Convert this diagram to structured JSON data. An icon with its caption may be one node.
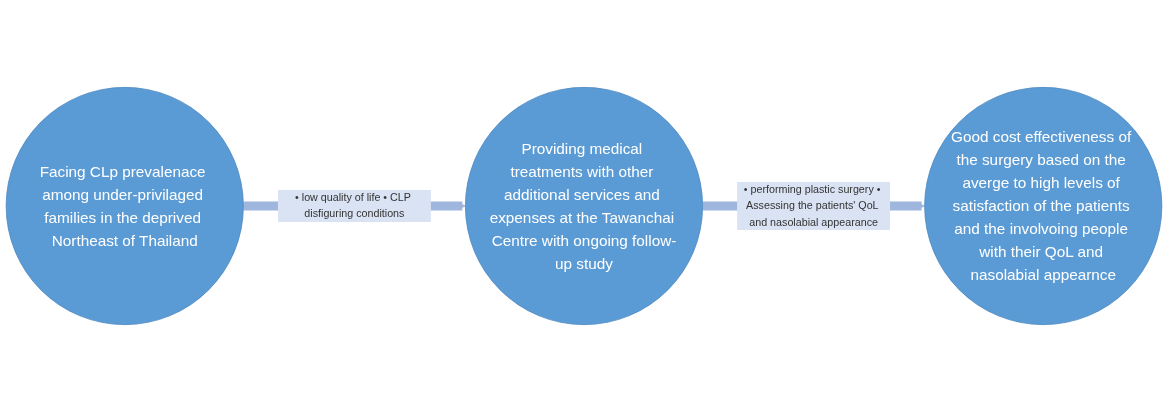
{
  "diagram": {
    "nodes": [
      {
        "text": [
          "Facing CLp prevalenace among under-privilaged families in the deprived Northeast of Thailand"
        ]
      },
      {
        "text": [
          "Providing medical treatments with other additional services and expenses at the Tawanchai Centre with ongoing follow-up study"
        ]
      },
      {
        "text": [
          "Good cost effectiveness of the surgery based on the averge to high levels of satisfaction of the patients and the involvoing people with their QoL and nasolabial appearnce"
        ]
      }
    ],
    "edges": [
      {
        "from": 0,
        "to": 1,
        "arrow": "to",
        "label": "• low quality of life • CLP disfiguring conditions"
      },
      {
        "from": 1,
        "to": 2,
        "arrow": "to",
        "label": "• performing plastic surgery • Assessing the patients' QoL and nasolabial appearance"
      }
    ]
  }
}
